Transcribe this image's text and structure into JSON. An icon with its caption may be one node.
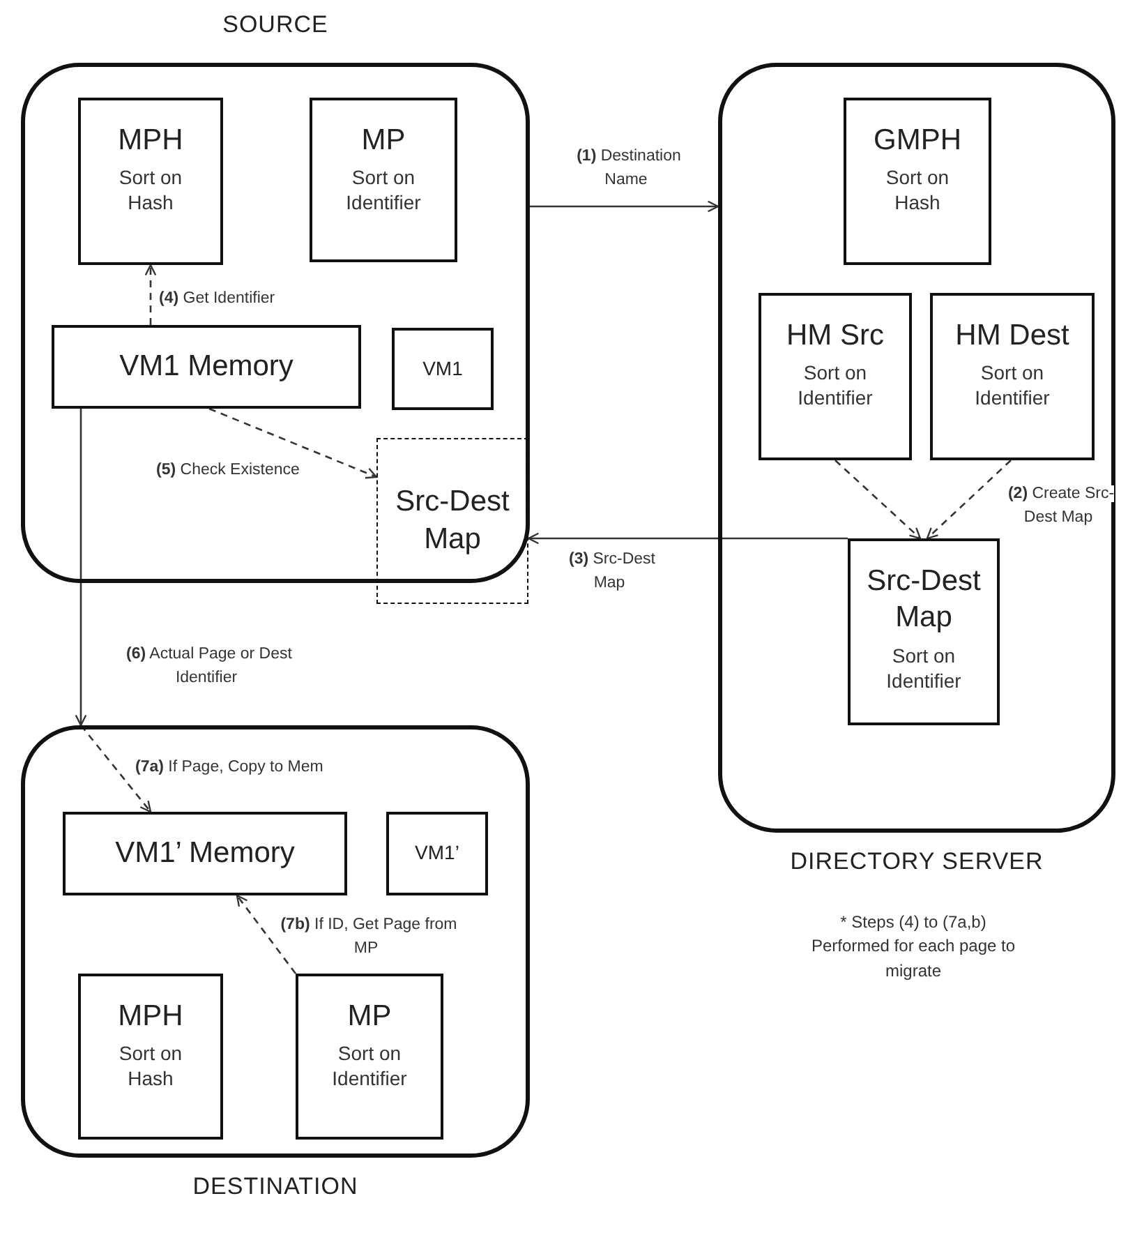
{
  "diagram": {
    "nodes": [
      {
        "text": [
          "SOURCE"
        ]
      },
      {
        "text": [
          "MPH",
          "Sort on Hash"
        ],
        "in": 0
      },
      {
        "text": [
          "MP",
          "Sort on Identifier"
        ],
        "in": 0
      },
      {
        "text": [
          "VM1 Memory"
        ],
        "in": 0
      },
      {
        "text": [
          "VM1"
        ],
        "in": 0
      },
      {
        "text": [
          "Src-Dest Map"
        ]
      },
      {
        "text": [
          "DIRECTORY SERVER"
        ]
      },
      {
        "text": [
          "GMPH",
          "Sort on Hash"
        ],
        "in": 6
      },
      {
        "text": [
          "HM Src",
          "Sort on Identifier"
        ],
        "in": 6
      },
      {
        "text": [
          "HM Dest",
          "Sort on Identifier"
        ],
        "in": 6
      },
      {
        "text": [
          "Src-Dest Map",
          "Sort on Identifier"
        ],
        "in": 6
      },
      {
        "text": [
          "DESTINATION"
        ]
      },
      {
        "text": [
          "VM1’ Memory"
        ],
        "in": 11
      },
      {
        "text": [
          "VM1’"
        ],
        "in": 11
      },
      {
        "text": [
          "MPH",
          "Sort on Hash"
        ],
        "in": 11
      },
      {
        "text": [
          "MP",
          "Sort on Identifier"
        ],
        "in": 11
      }
    ],
    "edges": [
      {
        "from": 0,
        "to": 6,
        "arrow": "to",
        "label": "**(1)** Destination Name"
      },
      {
        "from": 3,
        "to": 1,
        "arrow": "to",
        "style": "dashed",
        "label": "**(4)** Get Identifier"
      },
      {
        "from": 3,
        "to": 5,
        "arrow": "to",
        "style": "dashed",
        "label": "**(5)** Check Existence"
      },
      {
        "from": 8,
        "to": 10,
        "arrow": "to",
        "style": "dashed"
      },
      {
        "from": 9,
        "to": 10,
        "arrow": "to",
        "style": "dashed",
        "label": "**(2)** Create Src-Dest Map"
      },
      {
        "from": 10,
        "to": 5,
        "arrow": "to",
        "label": "**(3)** Src-Dest Map"
      },
      {
        "from": 3,
        "to": 11,
        "arrow": "to",
        "label": "**(6)** Actual Page or Dest Identifier"
      },
      {
        "from": 11,
        "to": 12,
        "arrow": "to",
        "style": "dashed",
        "label": "**(7a)** If Page, Copy to Mem"
      },
      {
        "from": 15,
        "to": 12,
        "arrow": "to",
        "style": "dashed",
        "label": "**(7b)** If ID, Get Page from MP"
      }
    ],
    "labels": [
      "* Steps (4) to (7a,b) Performed for each page to migrate"
    ]
  }
}
